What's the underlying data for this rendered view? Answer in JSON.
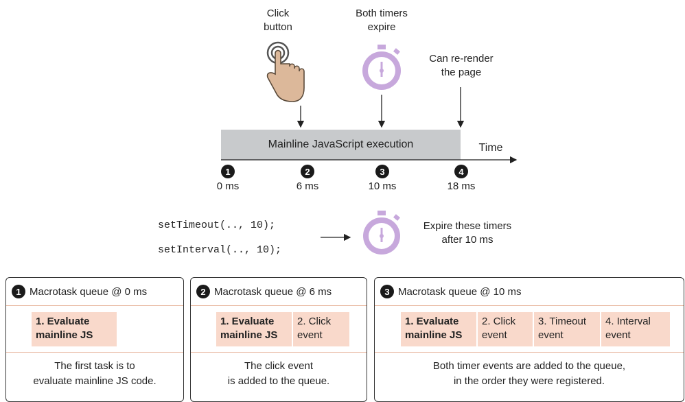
{
  "top_labels": {
    "click": [
      "Click",
      "button"
    ],
    "timers": [
      "Both timers",
      "expire"
    ],
    "render": [
      "Can re-render",
      "the page"
    ]
  },
  "timeline": {
    "bar_label": "Mainline JavaScript execution",
    "axis_label": "Time",
    "markers": [
      {
        "num": "1",
        "time": "0 ms"
      },
      {
        "num": "2",
        "time": "6 ms"
      },
      {
        "num": "3",
        "time": "10 ms"
      },
      {
        "num": "4",
        "time": "18 ms"
      }
    ]
  },
  "code": {
    "line1": "setTimeout(.., 10);",
    "line2": "setInterval(.., 10);",
    "note": [
      "Expire these timers",
      "after 10 ms"
    ]
  },
  "panels": [
    {
      "num": "1",
      "title": "Macrotask queue @ 0 ms",
      "tasks": [
        [
          "1. Evaluate",
          "mainline JS"
        ]
      ],
      "caption": [
        "The first task is to",
        "evaluate mainline JS code."
      ]
    },
    {
      "num": "2",
      "title": "Macrotask queue @ 6 ms",
      "tasks": [
        [
          "1. Evaluate",
          "mainline JS"
        ],
        [
          "2. Click",
          "event"
        ]
      ],
      "caption": [
        "The click event",
        "is added to the queue."
      ]
    },
    {
      "num": "3",
      "title": "Macrotask queue @ 10 ms",
      "tasks": [
        [
          "1. Evaluate",
          "mainline JS"
        ],
        [
          "2. Click",
          "event"
        ],
        [
          "3. Timeout",
          "event"
        ],
        [
          "4. Interval",
          "event"
        ]
      ],
      "caption": [
        "Both timer events are added to the queue,",
        "in the order they were registered."
      ]
    }
  ],
  "colors": {
    "bar": "#c8cacc",
    "stopwatch": "#c7a8dc",
    "task_fill": "#f9d9cb",
    "hand": "#dcb89a"
  },
  "icons": [
    "pointing-hand-icon",
    "stopwatch-icon"
  ]
}
